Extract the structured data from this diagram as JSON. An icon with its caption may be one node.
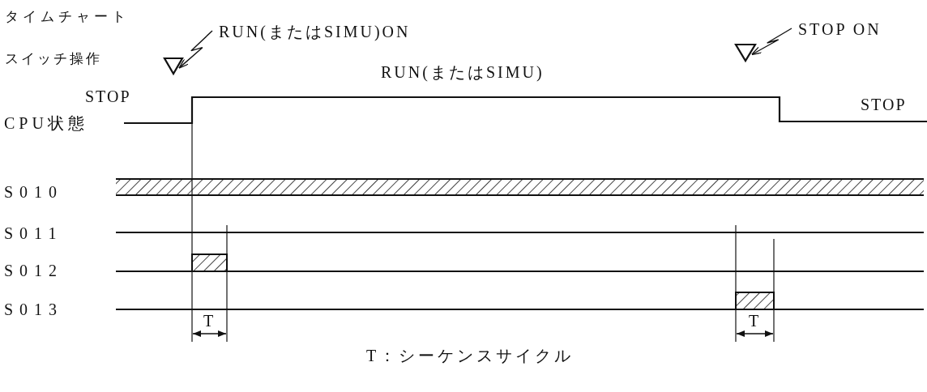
{
  "diagram": {
    "title": "タイムチャート",
    "nodes": [
      {
        "text": [
          "RUN(またはSIMU)ON"
        ]
      },
      {
        "text": [],
        "shape": "triangle"
      },
      {
        "text": [
          "STOP ON"
        ]
      },
      {
        "text": [],
        "shape": "triangle"
      }
    ],
    "edges": [
      {
        "from": 0,
        "to": 1,
        "arrow": "to"
      },
      {
        "from": 2,
        "to": 3,
        "arrow": "to"
      }
    ],
    "labels": [
      "スイッチ操作",
      "RUN(またはSIMU)",
      "STOP",
      "STOP",
      "CPU状態",
      "S010",
      "S011",
      "S012",
      "S013",
      "T",
      "T",
      "T：シーケンスサイクル"
    ]
  }
}
